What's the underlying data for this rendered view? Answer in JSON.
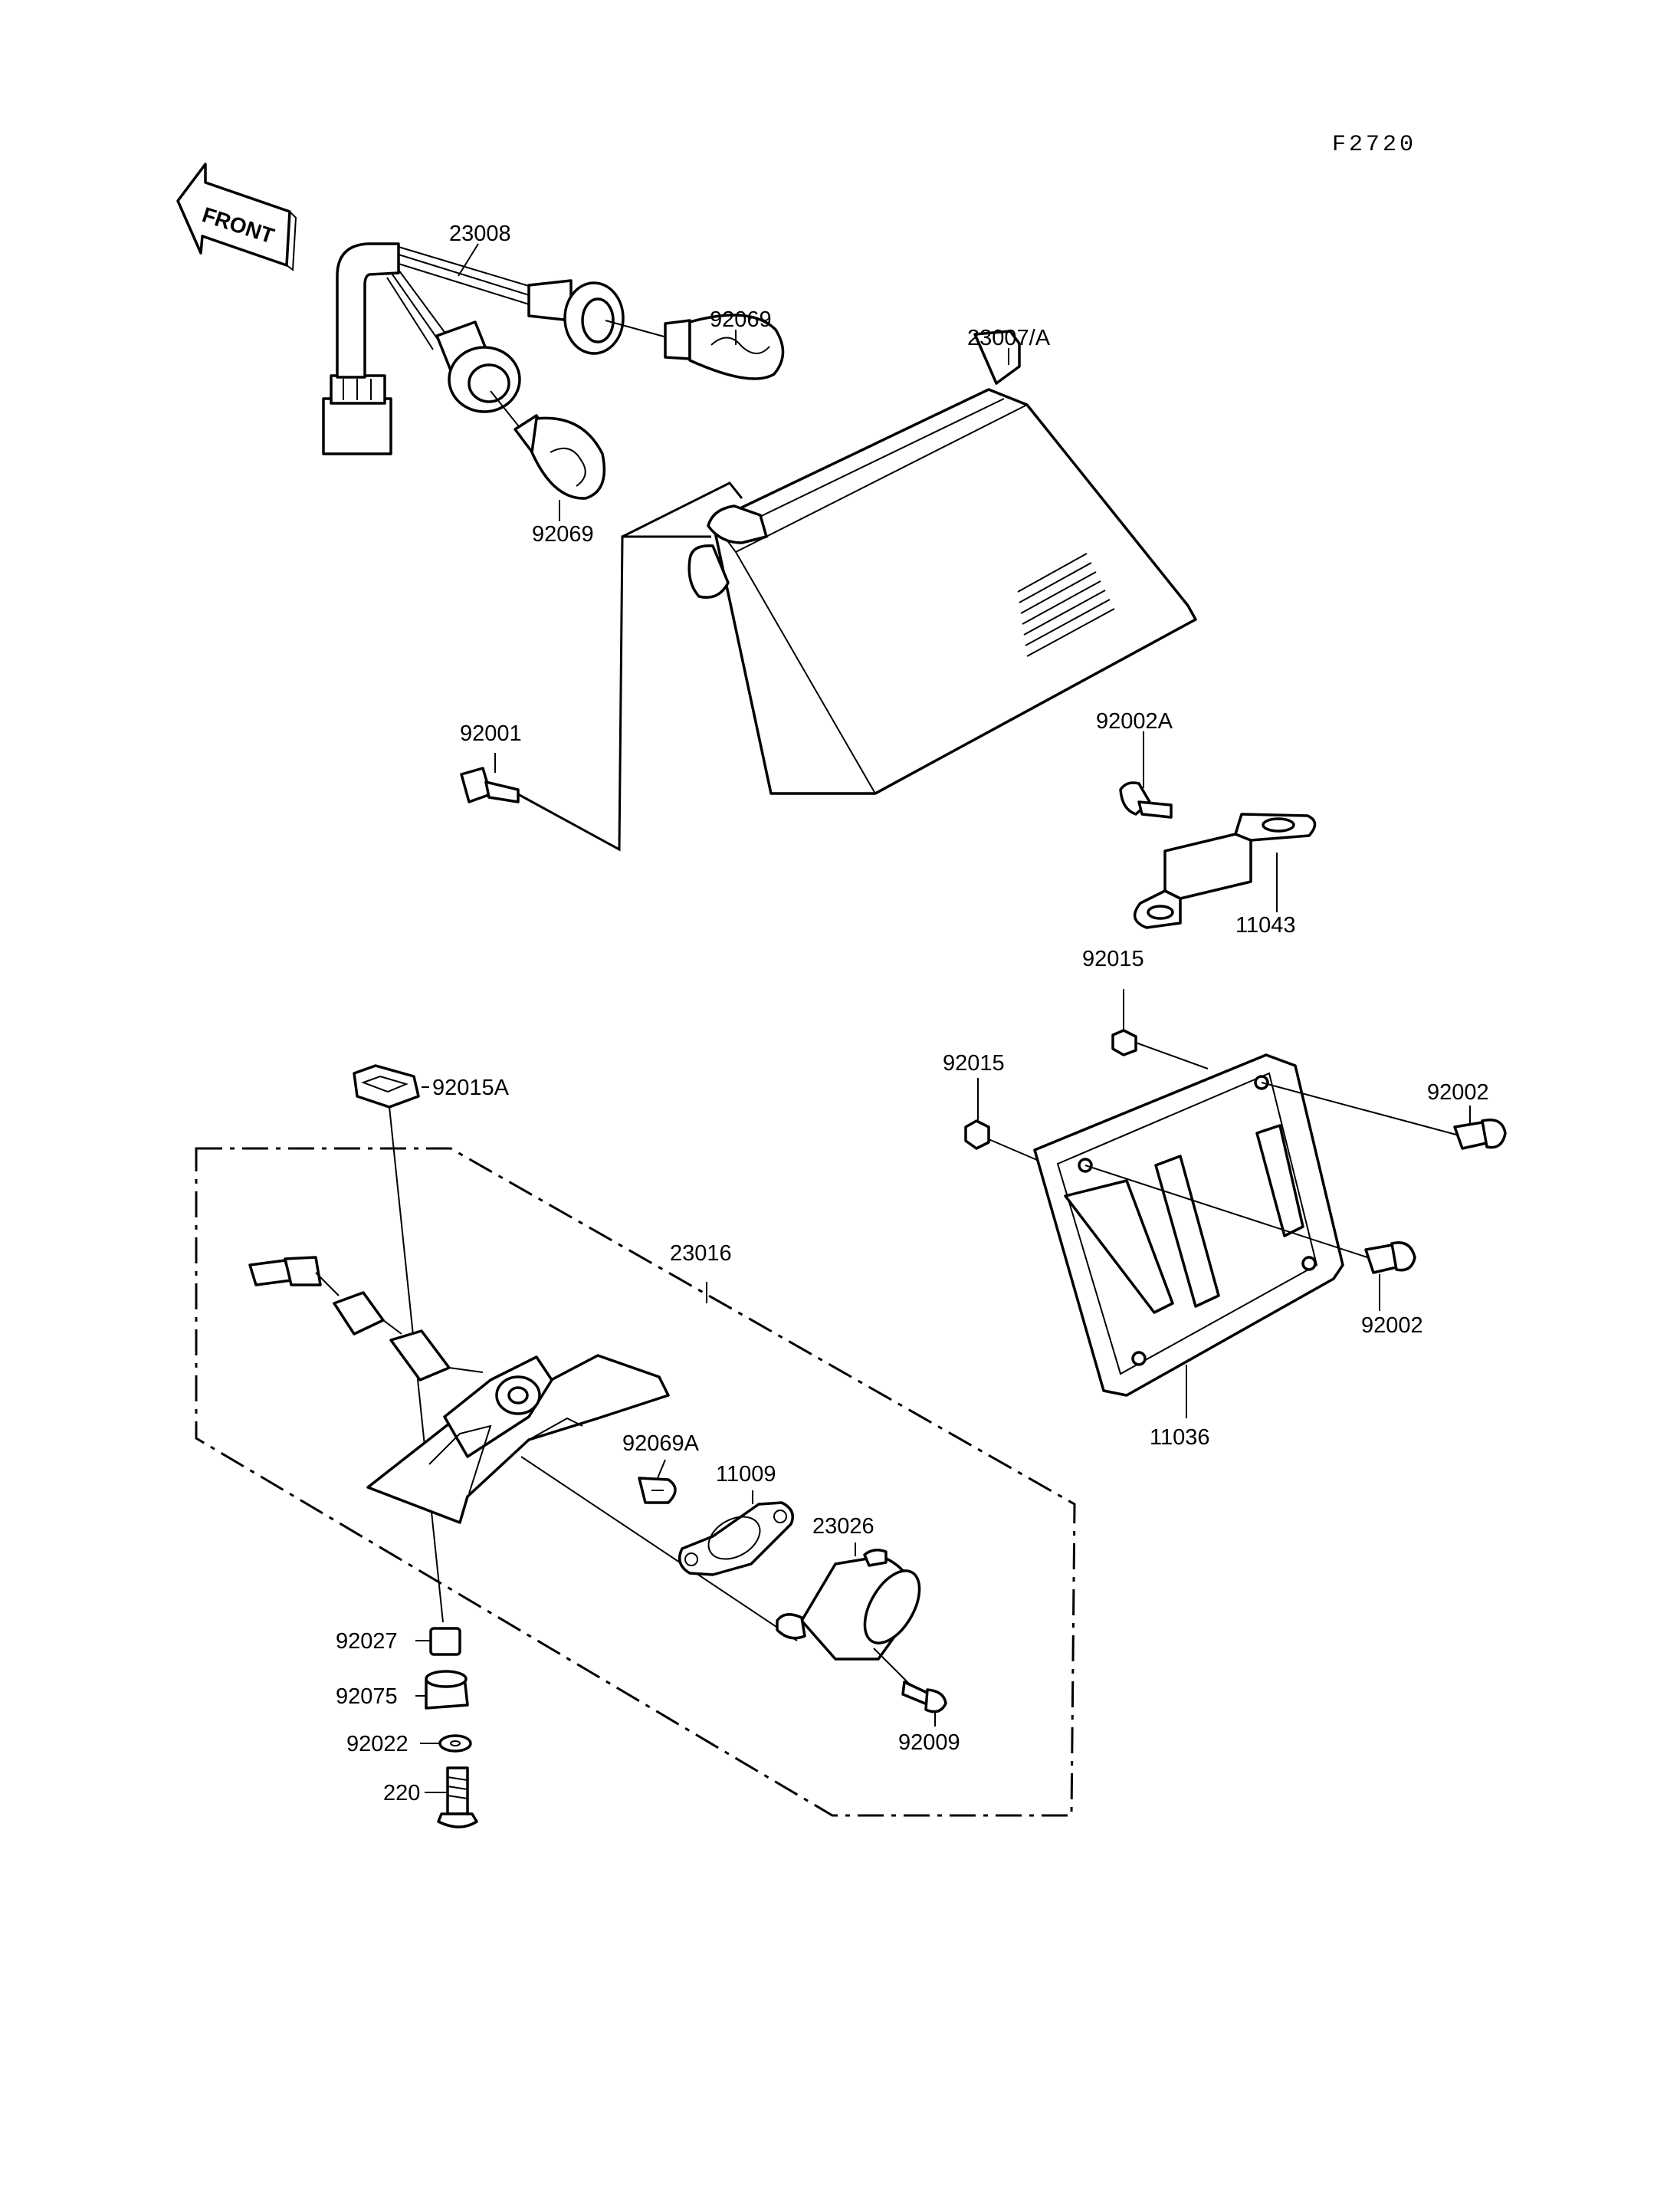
{
  "figure": {
    "code": "F2720",
    "front_label": "FRONT"
  },
  "labels": {
    "p23008": "23008",
    "p92069_top": "92069",
    "p92069_bottom": "92069",
    "p23007A": "23007/A",
    "p92001": "92001",
    "p92002A": "92002A",
    "p11043": "11043",
    "p92015_upper": "92015",
    "p92015_left": "92015",
    "p92002_upper": "92002",
    "p92002_lower": "92002",
    "p11036": "11036",
    "p92015A": "92015A",
    "p23016": "23016",
    "p92069A": "92069A",
    "p11009": "11009",
    "p23026": "23026",
    "p92027": "92027",
    "p92075": "92075",
    "p92022": "92022",
    "p220": "220",
    "p92009": "92009"
  }
}
